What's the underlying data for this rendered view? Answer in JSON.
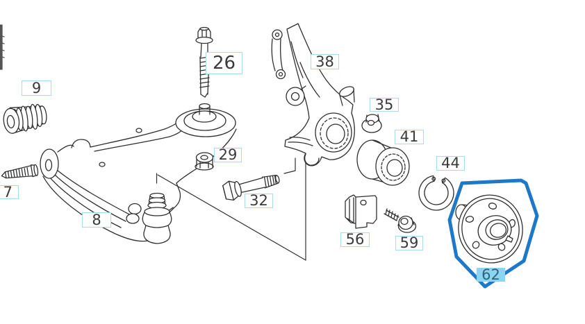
{
  "diagram": {
    "selected_callout": "62",
    "colors": {
      "callout_border": "#a6dcf0",
      "callout_text": "#3a3a3a",
      "highlight_fill": "#8ad5f2",
      "highlight_text": "#33617a",
      "highlight_outline": "#1e78c8",
      "line_art": "#2f2f2f",
      "background": "#ffffff"
    },
    "callouts": [
      {
        "number": "7",
        "highlighted": false
      },
      {
        "number": "8",
        "highlighted": false
      },
      {
        "number": "9",
        "highlighted": false
      },
      {
        "number": "26",
        "highlighted": false
      },
      {
        "number": "29",
        "highlighted": false
      },
      {
        "number": "32",
        "highlighted": false
      },
      {
        "number": "35",
        "highlighted": false
      },
      {
        "number": "38",
        "highlighted": false
      },
      {
        "number": "41",
        "highlighted": false
      },
      {
        "number": "44",
        "highlighted": false
      },
      {
        "number": "56",
        "highlighted": false
      },
      {
        "number": "59",
        "highlighted": false
      },
      {
        "number": "62",
        "highlighted": true
      }
    ]
  }
}
